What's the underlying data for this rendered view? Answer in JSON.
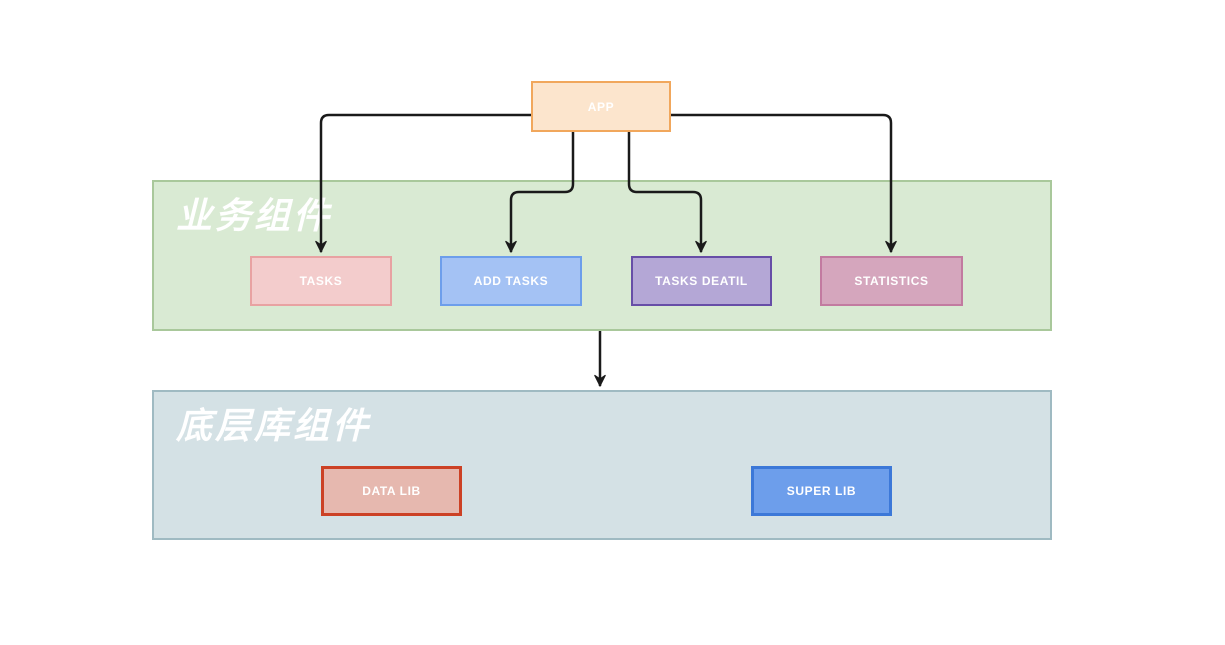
{
  "diagram": {
    "app": {
      "label": "APP",
      "fill": "#fce5cd",
      "border": "#f1a75c"
    },
    "sections": {
      "business": {
        "label": "业务组件",
        "fill": "#d9ead3",
        "border": "#a9c89b",
        "nodes": [
          {
            "id": "tasks",
            "label": "TASKS",
            "fill": "#f3cccc",
            "border": "#e8a2a2"
          },
          {
            "id": "add-tasks",
            "label": "ADD TASKS",
            "fill": "#a4c2f4",
            "border": "#6d9eeb"
          },
          {
            "id": "tasks-deatil",
            "label": "TASKS DEATIL",
            "fill": "#b4a7d6",
            "border": "#674ea7"
          },
          {
            "id": "statistics",
            "label": "STATISTICS",
            "fill": "#d5a6bd",
            "border": "#c27ba0"
          }
        ]
      },
      "base": {
        "label": "底层库组件",
        "fill": "#d4e1e5",
        "border": "#9fbac2",
        "nodes": [
          {
            "id": "data-lib",
            "label": "DATA LIB",
            "fill": "#e6b8af",
            "border": "#cc4125"
          },
          {
            "id": "super-lib",
            "label": "SUPER LIB",
            "fill": "#6d9eeb",
            "border": "#3c78d8"
          }
        ]
      }
    },
    "connector_color": "#1a1a1a"
  }
}
